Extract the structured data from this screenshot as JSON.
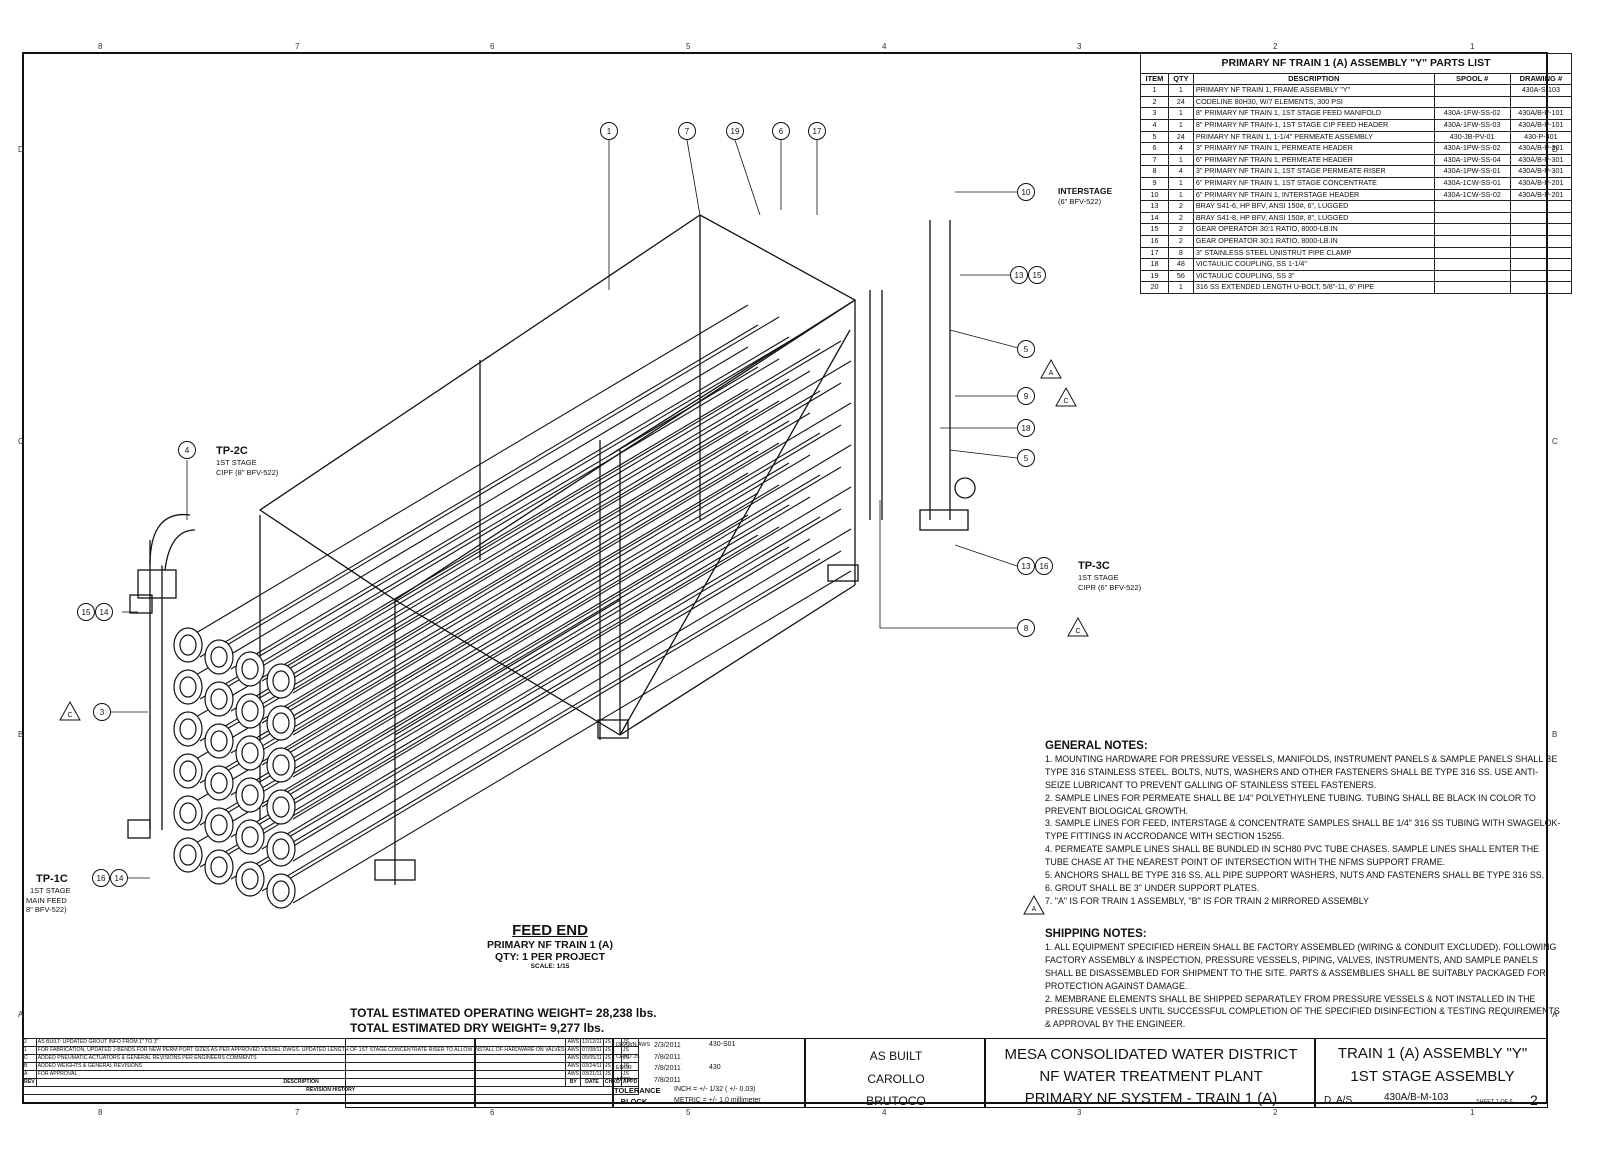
{
  "parts_list": {
    "title": "PRIMARY NF TRAIN 1 (A) ASSEMBLY \"Y\" PARTS LIST",
    "headers": [
      "ITEM",
      "QTY",
      "DESCRIPTION",
      "SPOOL #",
      "DRAWING #"
    ],
    "rows": [
      [
        "1",
        "1",
        "PRIMARY NF TRAIN 1, FRAME ASSEMBLY \"Y\"",
        "",
        "430A-S-103"
      ],
      [
        "2",
        "24",
        "CODELINE 80H30, W/7 ELEMENTS, 300 PSI",
        "",
        ""
      ],
      [
        "3",
        "1",
        "8\" PRIMARY NF TRAIN 1, 1ST STAGE FEED MANIFOLD",
        "430A-1FW-SS-02",
        "430A/B-P-101"
      ],
      [
        "4",
        "1",
        "8\" PRIMARY NF TRAIN-1, 1ST STAGE CIP FEED HEADER",
        "430A-1FW-SS-03",
        "430A/B-P-101"
      ],
      [
        "5",
        "24",
        "PRIMARY NF TRAIN 1, 1-1/4\" PERMEATE ASSEMBLY",
        "430-JB-PV-01",
        "430-P-401"
      ],
      [
        "6",
        "4",
        "3\" PRIMARY NF TRAIN 1, PERMEATE HEADER",
        "430A-1PW-SS-02",
        "430A/B-P-301"
      ],
      [
        "7",
        "1",
        "6\" PRIMARY NF TRAIN 1, PERMEATE HEADER",
        "430A-1PW-SS-04",
        "430A/B-P-301"
      ],
      [
        "8",
        "4",
        "3\" PRIMARY NF TRAIN 1, 1ST STAGE PERMEATE RISER",
        "430A-1PW-SS-01",
        "430A/B-P-301"
      ],
      [
        "9",
        "1",
        "6\" PRIMARY NF TRAIN 1, 1ST STAGE CONCENTRATE",
        "430A-1CW-SS-01",
        "430A/B-P-201"
      ],
      [
        "10",
        "1",
        "6\" PRIMARY NF TRAIN 1, INTERSTAGE HEADER",
        "430A-1CW-SS-02",
        "430A/B-P-201"
      ],
      [
        "13",
        "2",
        "BRAY S41-6, HP BFV, ANSI 150#, 6\", LUGGED",
        "",
        ""
      ],
      [
        "14",
        "2",
        "BRAY S41-8, HP BFV, ANSI 150#, 8\", LUGGED",
        "",
        ""
      ],
      [
        "15",
        "2",
        "GEAR OPERATOR 30:1 RATIO, 8000-LB.IN",
        "",
        ""
      ],
      [
        "16",
        "2",
        "GEAR OPERATOR 30:1 RATIO, 8000-LB.IN",
        "",
        ""
      ],
      [
        "17",
        "8",
        "3\" STAINLESS STEEL UNISTRUT PIPE CLAMP",
        "",
        ""
      ],
      [
        "18",
        "48",
        "VICTAULIC COUPLING, SS 1-1/4\"",
        "",
        ""
      ],
      [
        "19",
        "56",
        "VICTAULIC COUPLING, SS 3\"",
        "",
        ""
      ],
      [
        "20",
        "1",
        "316 SS EXTENDED LENGTH U-BOLT, 5/8\"-11, 6\" PIPE",
        "",
        ""
      ]
    ]
  },
  "general_notes": {
    "title": "GENERAL NOTES:",
    "items": [
      "1. MOUNTING HARDWARE FOR PRESSURE VESSELS, MANIFOLDS, INSTRUMENT PANELS & SAMPLE PANELS SHALL BE TYPE 316 STAINLESS STEEL. BOLTS, NUTS, WASHERS AND OTHER FASTENERS SHALL BE TYPE 316 SS. USE ANTI-SEIZE LUBRICANT TO PREVENT GALLING OF STAINLESS STEEL FASTENERS.",
      "2. SAMPLE LINES FOR PERMEATE SHALL BE 1/4\" POLYETHYLENE TUBING. TUBING SHALL BE BLACK IN COLOR TO PREVENT BIOLOGICAL GROWTH.",
      "3. SAMPLE LINES FOR FEED, INTERSTAGE & CONCENTRATE SAMPLES SHALL BE 1/4\" 316 SS TUBING WITH SWAGELOK-TYPE FITTINGS IN ACCRODANCE WITH SECTION 15255.",
      "4. PERMEATE SAMPLE LINES SHALL BE BUNDLED IN SCH80 PVC TUBE CHASES. SAMPLE LINES SHALL ENTER THE TUBE CHASE AT THE NEAREST POINT OF INTERSECTION WITH THE NFMS SUPPORT FRAME.",
      "5. ANCHORS SHALL BE TYPE 316 SS. ALL PIPE SUPPORT WASHERS, NUTS AND FASTENERS SHALL BE TYPE 316 SS.",
      "6. GROUT SHALL BE 3\" UNDER SUPPORT PLATES.",
      "7. \"A\" IS FOR TRAIN 1 ASSEMBLY, \"B\" IS FOR TRAIN 2 MIRRORED ASSEMBLY"
    ]
  },
  "shipping_notes": {
    "title": "SHIPPING NOTES:",
    "items": [
      "1. ALL EQUIPMENT SPECIFIED HEREIN SHALL BE FACTORY ASSEMBLED (WIRING & CONDUIT EXCLUDED). FOLLOWING FACTORY ASSEMBLY & INSPECTION, PRESSURE VESSELS, PIPING, VALVES, INSTRUMENTS, AND SAMPLE PANELS SHALL BE DISASSEMBLED FOR SHIPMENT TO THE SITE. PARTS & ASSEMBLIES SHALL BE SUITABLY PACKAGED FOR PROTECTION AGAINST DAMAGE.",
      "2. MEMBRANE ELEMENTS SHALL BE SHIPPED SEPARATLEY FROM PRESSURE VESSELS & NOT INSTALLED IN THE PRESSURE VESSELS UNTIL SUCCESSFUL COMPLETION OF THE SPECIFIED DISINFECTION & TESTING REQUIREMENTS & APPROVAL BY THE ENGINEER."
    ]
  },
  "view_label": {
    "title": "FEED END",
    "subtitle": "PRIMARY NF TRAIN 1 (A)",
    "qty": "QTY: 1 PER PROJECT",
    "scale": "SCALE: 1/15"
  },
  "weights": {
    "operating": "TOTAL ESTIMATED OPERATING WEIGHT= 28,238 lbs.",
    "dry": "TOTAL ESTIMATED DRY WEIGHT= 9,277 lbs."
  },
  "tie_points": {
    "tp2c": {
      "name": "TP-2C",
      "line1": "1ST STAGE",
      "line2": "CIPF (8\" BFV-522)"
    },
    "tp3c": {
      "name": "TP-3C",
      "line1": "1ST STAGE",
      "line2": "CIPR (6\" BFV-522)"
    },
    "tp1c": {
      "name": "TP-1C",
      "line1": "1ST STAGE",
      "line2": "MAIN FEED",
      "line3": "8\" BFV-522)"
    },
    "interstage": {
      "name": "INTERSTAGE",
      "line1": "(6\" BFV-522)"
    }
  },
  "callouts": [
    "1",
    "7",
    "19",
    "6",
    "17",
    "10",
    "13",
    "15",
    "5",
    "9",
    "18",
    "5",
    "13",
    "16",
    "8",
    "4",
    "15",
    "14",
    "3",
    "16",
    "14"
  ],
  "delta_labels": [
    "A",
    "C",
    "C",
    "C",
    "A",
    "C"
  ],
  "zone_numbers": [
    "8",
    "7",
    "6",
    "5",
    "4",
    "3",
    "2",
    "1"
  ],
  "zone_letters": [
    "D",
    "C",
    "B",
    "A"
  ],
  "revision_history": {
    "title": "REVISION HISTORY",
    "headers": [
      "REV",
      "DESCRIPTION",
      "BY",
      "DATE",
      "CHKD",
      "APPD"
    ],
    "rows": [
      [
        "2",
        "AS BUILT: UPDATED GROUT INFO FROM 1\" TO 3\"",
        "AWS",
        "12/12/11",
        "JS",
        "JS"
      ],
      [
        "1",
        "FOR FABRICATION, UPDATED J-BENDS FOR NEW PERM PORT SIZES AS PER APPROVED VESSEL DWGS. UPDATED LENGTH OF 1ST STAGE CONCENTRATE RISER TO ALLOW INSTALL OF HARDWARE ON VALVES",
        "AWS",
        "07/08/11",
        "JS",
        "JS"
      ],
      [
        "C",
        "ADDED PNEUMATIC ACTUATORS & GENERAL REVISIONS PER ENGINEERS COMMENTS",
        "AWS",
        "05/05/11",
        "JS",
        "JS"
      ],
      [
        "B",
        "ADDED WEIGHTS & GENERAL REVISIONS",
        "AWS",
        "03/24/11",
        "JS",
        "JS"
      ],
      [
        "A",
        "FOR APPROVAL",
        "AWS",
        "03/21/11",
        "JS",
        "JS"
      ]
    ]
  },
  "title_block": {
    "dates": [
      "2/3/2011",
      "7/8/2011",
      "7/8/2011",
      "7/8/2011"
    ],
    "date_codes": [
      "DRAWN AWS",
      "CHKD JS",
      "ENGR",
      "APPD"
    ],
    "spec_ref": "430-S01",
    "sheet_number": "430",
    "tolerance_label": "TOLERANCE BLOCK",
    "tolerance_inch": "INCH = +/- 1/32 ( +/- 0.03)",
    "tolerance_metric": "METRIC = +/- 1.0 millimeter",
    "status": "AS BUILT",
    "engineer": "CAROLLO",
    "contractor": "BRUTOCO",
    "project_line1": "MESA CONSOLIDATED WATER DISTRICT",
    "project_line2": "NF WATER TREATMENT PLANT",
    "project_line3": "PRIMARY NF SYSTEM - TRAIN 1 (A)",
    "title_line1": "TRAIN 1 (A) ASSEMBLY \"Y\"",
    "title_line2": "1ST STAGE ASSEMBLY",
    "size": "D",
    "scale": "A/S",
    "drawing_no": "430A/B-M-103",
    "sheet": "SHEET 1 OF 6",
    "rev": "2"
  }
}
